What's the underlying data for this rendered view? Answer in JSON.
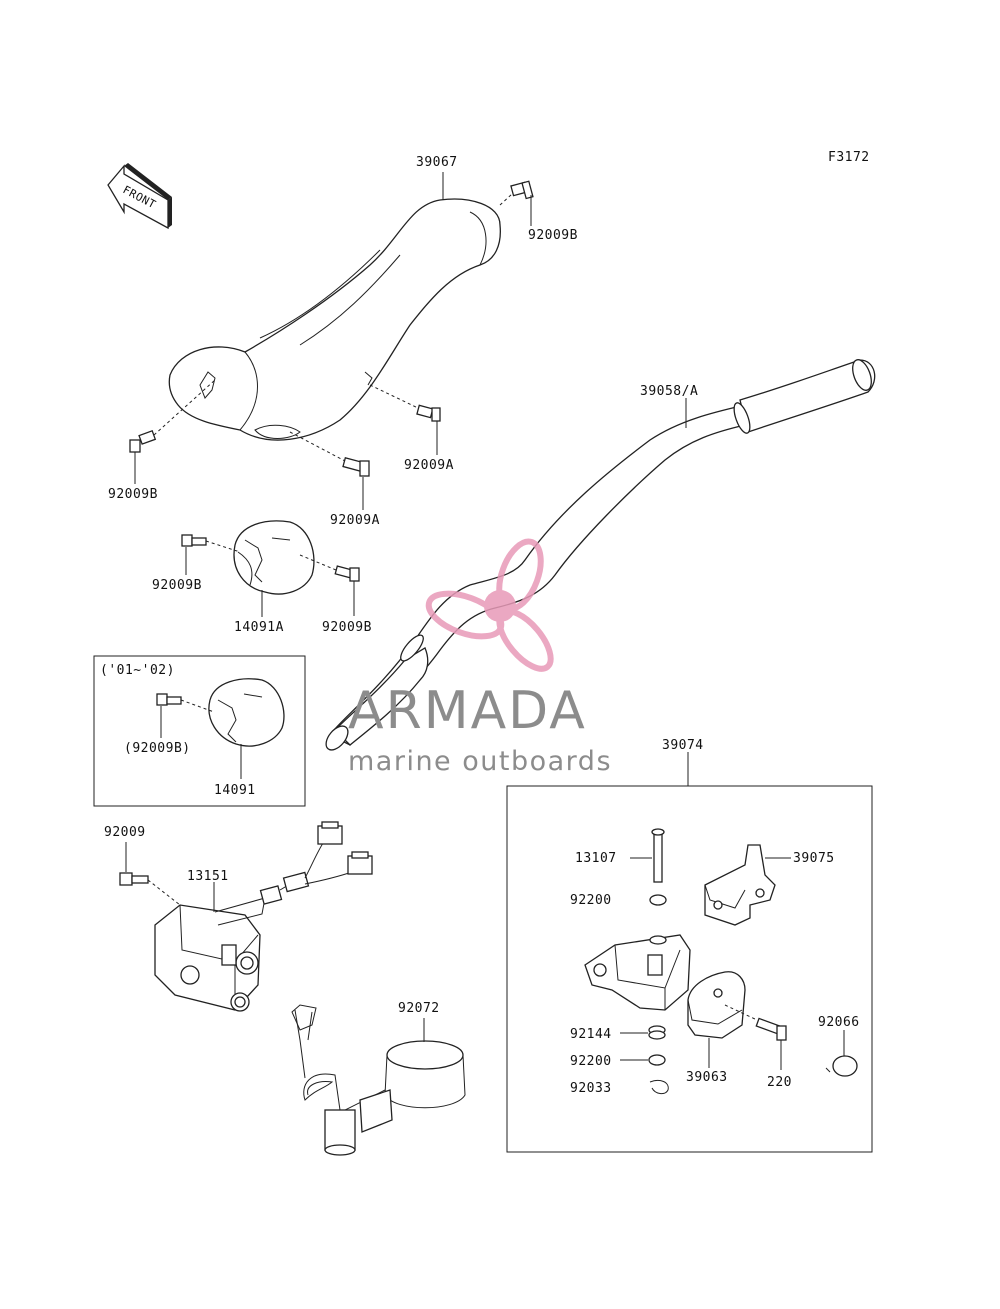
{
  "figure_code": "F3172",
  "front_arrow": "FRONT",
  "colors": {
    "line": "#222222",
    "watermark_pink": "#e89ab8",
    "watermark_gray": "#8c8c8c"
  },
  "watermark": {
    "brand": "ARMADA",
    "tagline": "marine outboards"
  },
  "inset_small": {
    "caption": "('01~'02)"
  },
  "labels": {
    "p39067": "39067",
    "p92009B_top": "92009B",
    "p92009B_left": "92009B",
    "p92009A_right": "92009A",
    "p92009A_bottom": "92009A",
    "p39058A": "39058/A",
    "p92009B_cover_left": "92009B",
    "p14091A": "14091A",
    "p92009B_cover_right": "92009B",
    "p92009B_paren": "(92009B)",
    "p14091": "14091",
    "p92009": "92009",
    "p13151": "13151",
    "p92072": "92072",
    "p39074": "39074",
    "p13107": "13107",
    "p39075": "39075",
    "p92200_top": "92200",
    "p92144": "92144",
    "p92200_bottom": "92200",
    "p92033": "92033",
    "p39063": "39063",
    "p220": "220",
    "p92066": "92066"
  }
}
